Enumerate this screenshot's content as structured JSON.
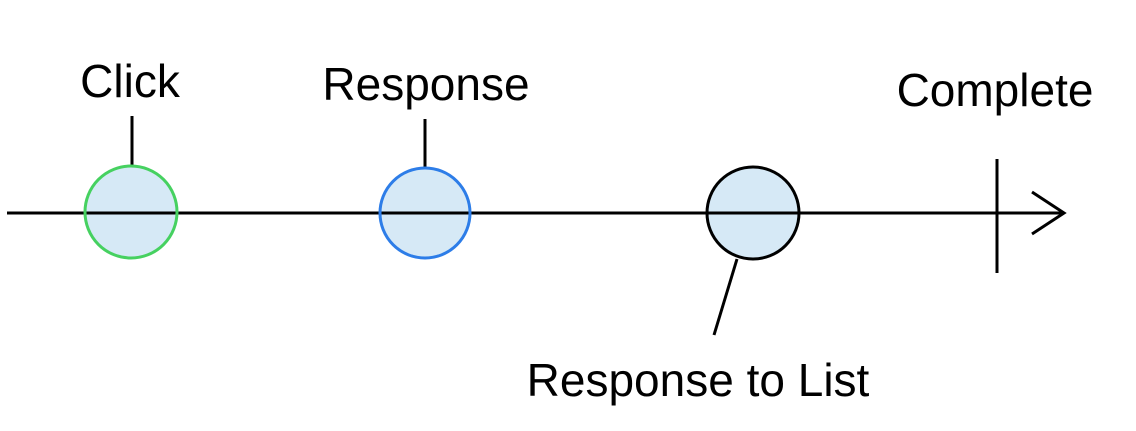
{
  "diagram": {
    "background_color": "#ffffff",
    "line_color": "#000000",
    "node_fill_color": "#d6e9f6",
    "events": [
      {
        "label": "Click",
        "ring_color": "#46d160",
        "label_position": "above"
      },
      {
        "label": "Response",
        "ring_color": "#2d7de8",
        "label_position": "above"
      },
      {
        "label": "Response to List",
        "ring_color": "#000000",
        "label_position": "below"
      }
    ],
    "end_marker_label": "Complete"
  }
}
